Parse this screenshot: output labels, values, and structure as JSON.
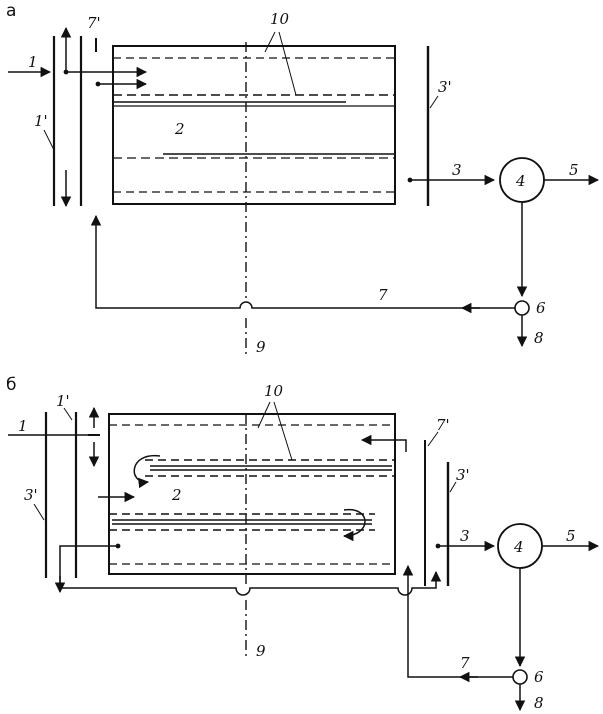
{
  "panels": {
    "a": {
      "label": "а",
      "labels": {
        "feed": "1",
        "feed_channel": "1'",
        "pipe_out": "7'",
        "electrode": "10",
        "basin": "2",
        "collector": "3'",
        "outlet": "3",
        "separator": "4",
        "effluent": "5",
        "splitter": "6",
        "recycle": "7",
        "waste": "8",
        "axis": "9"
      }
    },
    "b": {
      "label": "б",
      "labels": {
        "feed": "1",
        "feed_channel": "1'",
        "pipe_out": "7'",
        "electrode": "10",
        "basin": "2",
        "collector": "3'",
        "collector_left": "3'",
        "outlet": "3",
        "separator": "4",
        "effluent": "5",
        "splitter": "6",
        "recycle": "7",
        "waste": "8",
        "axis": "9"
      }
    }
  },
  "colors": {
    "ink": "#111111",
    "paper": "#ffffff"
  }
}
